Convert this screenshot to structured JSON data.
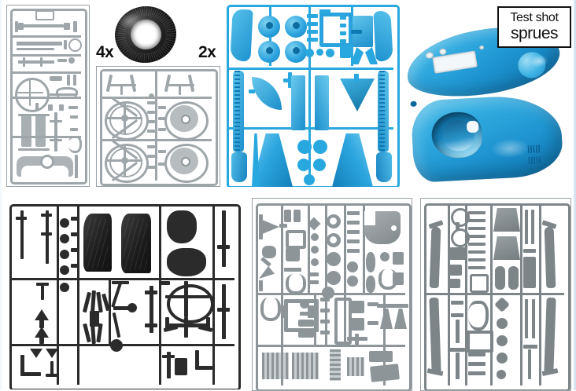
{
  "page": {
    "kind": "model-kit-sprue-sheet",
    "background_color": "#ffffff"
  },
  "label": {
    "line1": "Test shot",
    "line2": "sprues"
  },
  "quantities": [
    {
      "name": "tire-qty-left",
      "text": "4x"
    },
    {
      "name": "tire-qty-right",
      "text": "2x"
    }
  ],
  "colors": {
    "grey_sprue": "#9fa6aa",
    "black_sprue": "#2b2b2b",
    "blue_sprue": "#29a8e0",
    "blue_shell_light": "#5cc3ea",
    "blue_shell_dark": "#0e6b9f",
    "tire_black": "#141414",
    "panel_border": "#9aa3a8",
    "label_border": "#111111",
    "page_edge": "#cfe0ee"
  },
  "panels": [
    {
      "id": "sprue-grey-interior",
      "label": "grey interior parts sprue",
      "color": "grey",
      "framed": true
    },
    {
      "id": "sprue-grey-wheels",
      "label": "grey wheels and axles sprue",
      "color": "grey",
      "framed": true
    },
    {
      "id": "sprue-blue-clear",
      "label": "blue body panels sprue",
      "color": "blue",
      "framed": false
    },
    {
      "id": "photo-shell-top",
      "label": "blue photographed floor pan",
      "color": "blue",
      "framed": false
    },
    {
      "id": "photo-shell-body",
      "label": "blue photographed cowl body",
      "color": "blue",
      "framed": false
    },
    {
      "id": "photo-tire",
      "label": "black photographed rubber tire",
      "color": "black",
      "framed": false
    },
    {
      "id": "sprue-black-fenders",
      "label": "black fenders and frame sprue",
      "color": "black",
      "framed": false
    },
    {
      "id": "sprue-grey-engine",
      "label": "grey engine and detail sprue",
      "color": "grey",
      "framed": true
    },
    {
      "id": "sprue-grey-chassis",
      "label": "grey chassis rails sprue",
      "color": "grey",
      "framed": true
    }
  ]
}
